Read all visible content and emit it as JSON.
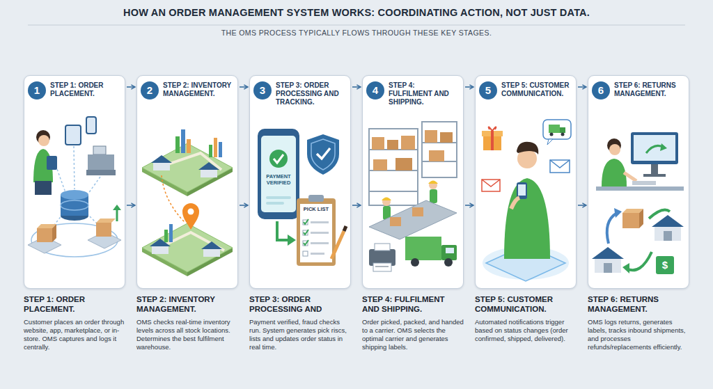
{
  "diagram": {
    "title": "HOW AN ORDER MANAGEMENT SYSTEM WORKS: COORDINATING ACTION, NOT JUST DATA.",
    "nodes": [
      {
        "text": [
          "1",
          "STEP 1: ORDER PLACEMENT.",
          "STEP 1: ORDER PLACEMENT.",
          "Customer places an order through website, app, marketplace, or in-store. OMS captures and logs it centrally."
        ]
      },
      {
        "text": [
          "2",
          "STEP 2: INVENTORY MANAGEMENT.",
          "STEP 2: INVENTORY MANAGEMENT.",
          "OMS checks real-time inventory levels across all stock locations. Determines the best fulfilment warehouse."
        ]
      },
      {
        "text": [
          "3",
          "STEP 3: ORDER PROCESSING AND TRACKING.",
          "STEP 3: ORDER PROCESSING AND",
          "Payment verified, fraud checks run. System generates pick riscs, lists and updates order status in real time."
        ]
      },
      {
        "text": [
          "4",
          "STEP 4: FULFILMENT AND SHIPPING.",
          "STEP 4: FULFILMENT AND SHIPPING.",
          "Order picked, packed, and handed to a carrier. OMS selects the optimal carrier and generates shipping labels."
        ]
      },
      {
        "text": [
          "5",
          "STEP 5: CUSTOMER COMMUNICATION.",
          "STEP 5: CUSTOMER COMMUNICATION.",
          "Automated notifications trigger based on status changes (order confirmed, shipped, delivered)."
        ]
      },
      {
        "text": [
          "6",
          "STEP 6: RETURNS MANAGEMENT.",
          "STEP 6: RETURNS MANAGEMENT.",
          "OMS logs returns, generates labels, tracks inbound shipments, and processes refunds/replacements efficiently."
        ]
      }
    ],
    "edges": [
      {
        "from": 0,
        "to": 1,
        "arrow": "to"
      },
      {
        "from": 0,
        "to": 1,
        "arrow": "to"
      },
      {
        "from": 1,
        "to": 2,
        "arrow": "to"
      },
      {
        "from": 1,
        "to": 2,
        "arrow": "to"
      },
      {
        "from": 2,
        "to": 3,
        "arrow": "to"
      },
      {
        "from": 2,
        "to": 3,
        "arrow": "to"
      },
      {
        "from": 3,
        "to": 4,
        "arrow": "to"
      },
      {
        "from": 3,
        "to": 4,
        "arrow": "to"
      },
      {
        "from": 4,
        "to": 5,
        "arrow": "to"
      },
      {
        "from": 4,
        "to": 5,
        "arrow": "to"
      }
    ],
    "labels": [
      "THE OMS PROCESS TYPICALLY FLOWS THROUGH THESE KEY STAGES.",
      "PAYMENT VERIFIED",
      "PICK LIST",
      "$"
    ]
  }
}
